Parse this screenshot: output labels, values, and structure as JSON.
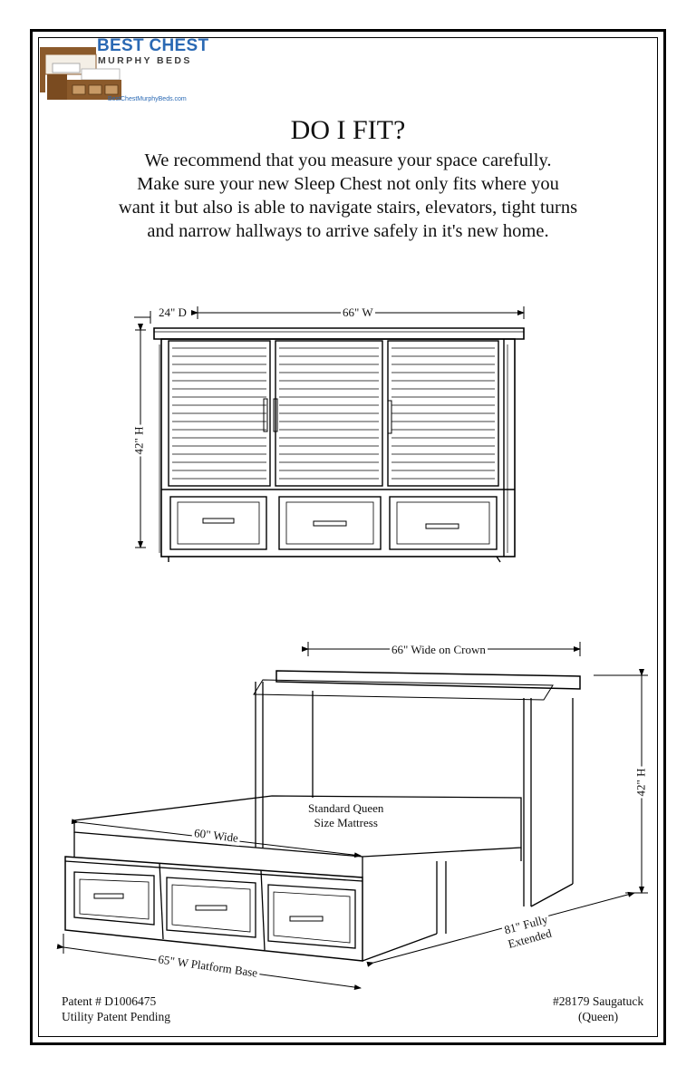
{
  "brand": {
    "name": "BEST CHEST",
    "subtitle": "MURPHY BEDS",
    "url": "BestChestMurphyBeds.com",
    "colors": {
      "primary": "#2a69b4",
      "wood": "#8b5a2b"
    }
  },
  "title": "DO I FIT?",
  "intro_lines": [
    "We recommend that you measure your space carefully.",
    "Make sure your new Sleep Chest not only fits where you",
    "want it but also is able to navigate stairs, elevators, tight turns",
    "and narrow hallways to arrive safely in it's new home."
  ],
  "closed_cabinet": {
    "depth": "24\" D",
    "width": "66\" W",
    "height": "42\" H"
  },
  "open_bed": {
    "crown_width": "66\" Wide on Crown",
    "height": "42\" H",
    "mattress": [
      "Standard Queen",
      "Size Mattress"
    ],
    "mattress_width": "60\" Wide",
    "extended": [
      "81\" Fully",
      "Extended"
    ],
    "platform": "65\" W Platform Base"
  },
  "footer": {
    "patent": "Patent # D1006475",
    "utility": "Utility Patent Pending",
    "model": "#28179 Saugatuck",
    "size": "(Queen)"
  }
}
